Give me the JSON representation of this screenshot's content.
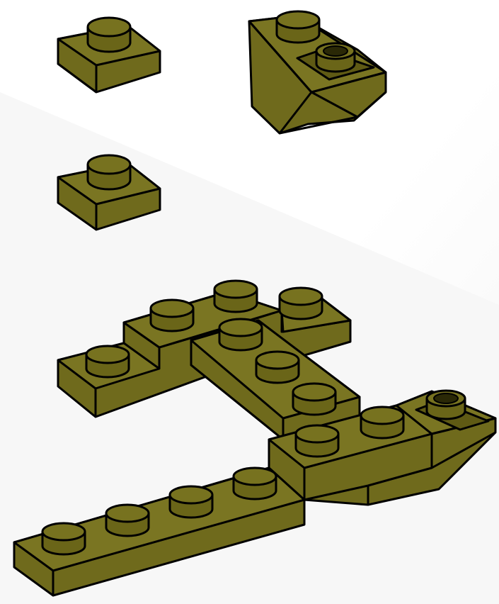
{
  "scene": {
    "background": "#ffffff",
    "shading": "#f2f2f2",
    "outline": "#000000",
    "brick_color": "#6f6a1c",
    "brick_color_dark": "#58540f",
    "brick_color_light": "#827d28",
    "stud_color": "#77721f"
  },
  "parts": [
    {
      "id": "plate-1x1-top",
      "kind": "plate 1x1"
    },
    {
      "id": "slope-inverted",
      "kind": "inverted slope with hollow stud"
    },
    {
      "id": "plate-1x1-middle",
      "kind": "plate 1x1"
    },
    {
      "id": "assembly",
      "kind": "assembled plates"
    }
  ]
}
